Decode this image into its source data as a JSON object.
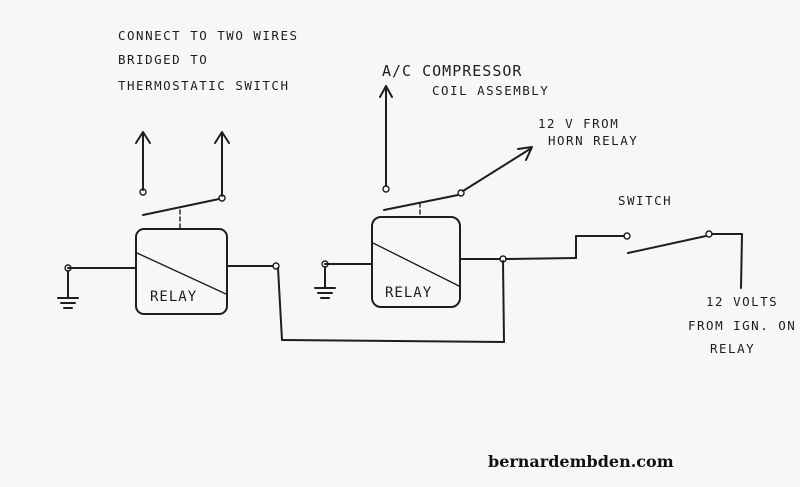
{
  "labels": {
    "thermostat_line1": "CONNECT TO TWO WIRES",
    "thermostat_line2": "BRIDGED TO",
    "thermostat_line3": "THERMOSTATIC SWITCH",
    "compressor_line1": "A/C COMPRESSOR",
    "compressor_line2": "COIL ASSEMBLY",
    "horn_line1": "12 V FROM",
    "horn_line2": "HORN RELAY",
    "switch": "SWITCH",
    "ign_line1": "12 VOLTS",
    "ign_line2": "FROM IGN. ON",
    "ign_line3": "RELAY"
  },
  "relays": [
    {
      "label": "RELAY"
    },
    {
      "label": "RELAY"
    }
  ],
  "watermark": "bernardembden.com"
}
